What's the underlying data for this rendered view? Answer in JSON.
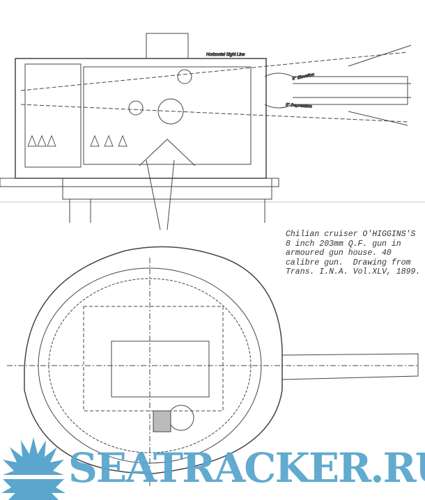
{
  "caption": {
    "lines": [
      "Chilian cruiser O'HIGGINS'S",
      "8 inch 203mm Q.F. gun in",
      "armoured gun house. 40",
      "calibre gun.  Drawing from",
      "Trans. I.N.A. Vol.XLV, 1899."
    ]
  },
  "drawing_labels": {
    "sight_line": "Horizontal Sight Line",
    "elevation": "5° Elevation",
    "depression": "5° Depression"
  },
  "watermark": {
    "text": "SEATRACKER.RU",
    "color": "#5aa6cd"
  }
}
